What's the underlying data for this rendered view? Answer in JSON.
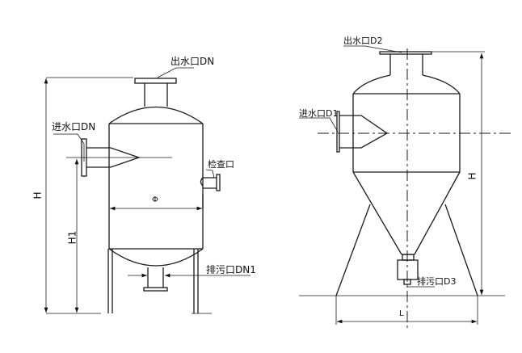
{
  "left_vessel": {
    "outlet_label": "出水口DN",
    "inlet_label": "进水口DN",
    "inspection_label": "检查口",
    "drain_label": "排污口DN1",
    "diameter_label": "Φ",
    "height_label": "H",
    "inlet_height_label": "H1"
  },
  "right_vessel": {
    "outlet_label": "出水口D2",
    "inlet_label": "进水口D1",
    "drain_label": "排污口D3",
    "height_label": "H",
    "width_label": "L"
  }
}
